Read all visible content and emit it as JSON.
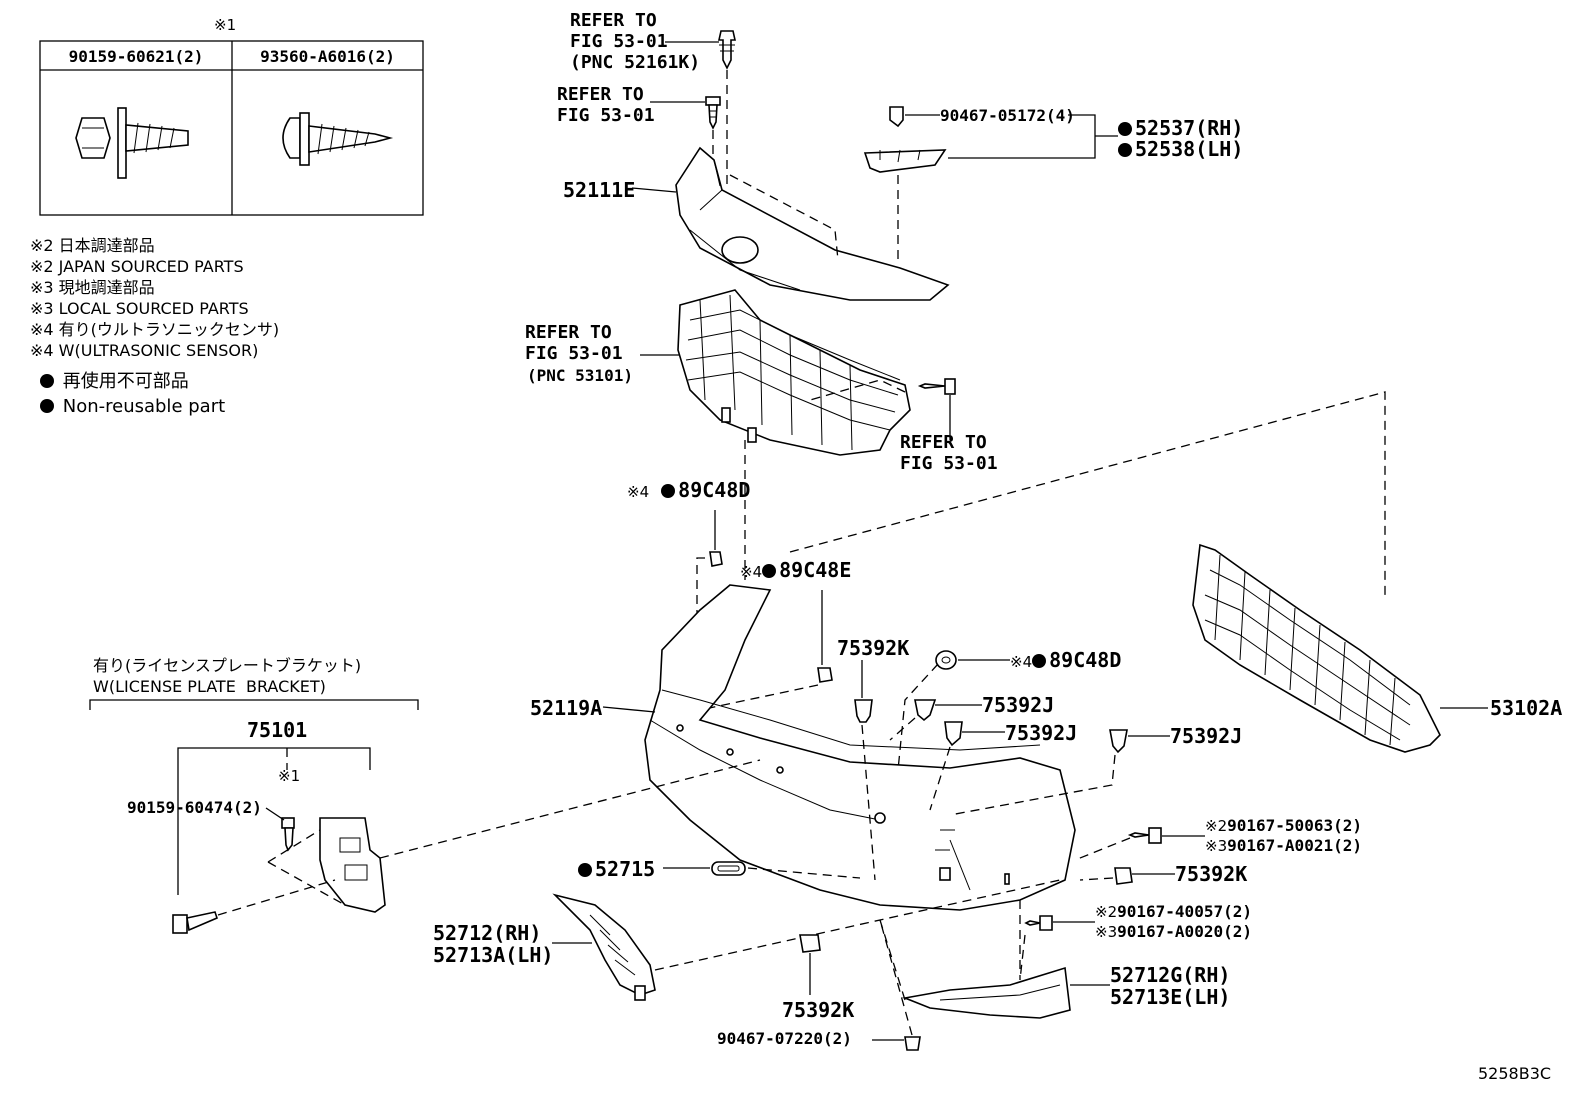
{
  "legend_table": {
    "header_mark": "※1",
    "col1": "90159-60621(2)",
    "col2": "93560-A6016(2)"
  },
  "notes": [
    "※2 日本調達部品",
    "※2 JAPAN SOURCED PARTS",
    "※3 現地調達部品",
    "※3 LOCAL SOURCED PARTS",
    "※4 有り(ウルトラソニックセンサ)",
    "※4 W(ULTRASONIC SENSOR)"
  ],
  "nonreusable": {
    "jp": "再使用不可部品",
    "en": "Non-reusable part"
  },
  "refer": {
    "a_line1": "REFER TO",
    "a_line2": "FIG 53-01",
    "a_line3": "(PNC 52161K)",
    "b_line1": "REFER TO",
    "b_line2": "FIG 53-01",
    "c_line1": "REFER TO",
    "c_line2": "FIG 53-01",
    "c_line3": "(PNC 53101)",
    "d_line1": "REFER TO",
    "d_line2": "FIG 53-01"
  },
  "parts": {
    "p52111E": "52111E",
    "p90467_05172": "90467-05172(4)",
    "p52537": "52537(RH)",
    "p52538": "52538(LH)",
    "p89C48D_top": "89C48D",
    "p89C48E": "89C48E",
    "p89C48D_mid": "89C48D",
    "p75392K_a": "75392K",
    "p75392J_a": "75392J",
    "p75392J_b": "75392J",
    "p75392J_c": "75392J",
    "p52119A": "52119A",
    "p53102A": "53102A",
    "p90167_50063": "90167-50063(2)",
    "p90167_A0021": "90167-A0021(2)",
    "p75392K_b": "75392K",
    "p90167_40057": "90167-40057(2)",
    "p90167_A0020": "90167-A0020(2)",
    "p52715": "52715",
    "p52712": "52712(RH)",
    "p52713A": "52713A(LH)",
    "p75392K_c": "75392K",
    "p52712G": "52712G(RH)",
    "p52713E": "52713E(LH)",
    "p90467_07220": "90467-07220(2)"
  },
  "marks": {
    "m1": "※1",
    "m2": "※2",
    "m3": "※3",
    "m4": "※4"
  },
  "license": {
    "jp": "有り(ライセンスプレートブラケット)",
    "en": "W(LICENSE PLATE  BRACKET)",
    "p75101": "75101",
    "p90159_60474": "90159-60474(2)"
  },
  "figure_code": "5258B3C"
}
